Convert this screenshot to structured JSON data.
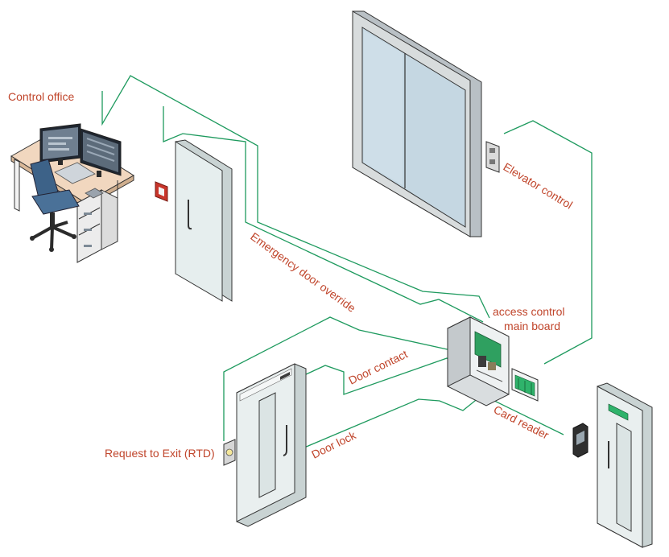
{
  "colors": {
    "label": "#c0452b",
    "wire": "#1e9a5e",
    "door_fill": "#e6eeee",
    "door_frame": "#d8dcdc",
    "outline": "#333333",
    "accent_green": "#2fb36b",
    "override_red": "#c8352a"
  },
  "labels": {
    "control_office": "Control office",
    "emergency_override": "Emergency door override",
    "elevator_control": "Elevator control",
    "main_board_line1": "access control",
    "main_board_line2": "main board",
    "door_contact": "Door contact",
    "door_lock": "Door lock",
    "card_reader": "Card reader",
    "request_to_exit": "Request to Exit (RTD)"
  },
  "icons": {
    "workstation": "desk-computer-icon",
    "elevator": "elevator-icon",
    "controller": "control-panel-icon"
  }
}
